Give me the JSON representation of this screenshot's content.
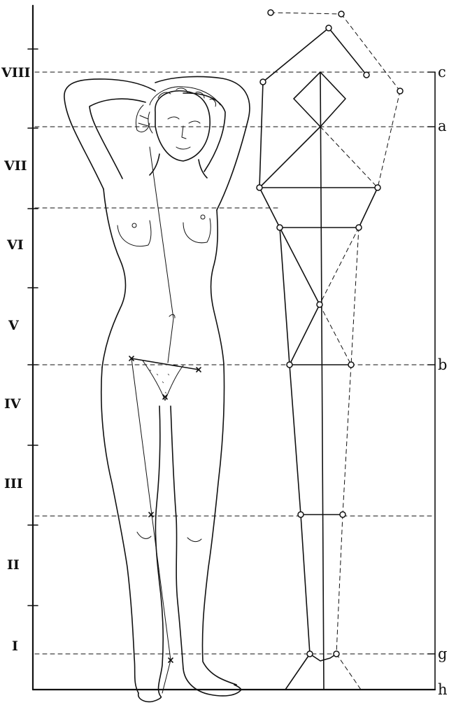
{
  "scale_labels": [
    "VIII",
    "VII",
    "VI",
    "V",
    "IV",
    "III",
    "II",
    "I"
  ],
  "level_labels": {
    "c": "c",
    "a": "a",
    "b": "b",
    "g": "g",
    "h": "h"
  },
  "colors": {
    "ink": "#111111",
    "background": "#ffffff"
  }
}
